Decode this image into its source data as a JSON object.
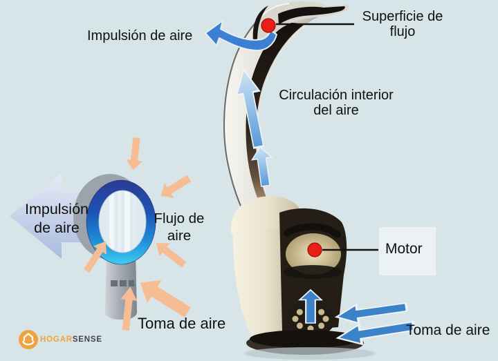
{
  "diagram_title": "Bladeless fan airflow diagram",
  "colors": {
    "background": "#d8e5e8",
    "flow_arrow_blue": "#3b82c9",
    "intake_arrow_peach": "#f6bd95",
    "marker_red": "#e71f17",
    "ring_blue_top": "#2c3a94",
    "ring_blue_bottom": "#3ecdf2",
    "brand_orange": "#f0a23c"
  },
  "labels": {
    "air_out_top": "Impulsión de aire",
    "flow_surface_1": "Superficie de",
    "flow_surface_2": "flujo",
    "inner_circulation_1": "Circulación interior",
    "inner_circulation_2": "del aire",
    "motor": "Motor",
    "air_intake_right": "Toma de aire",
    "air_out_left_1": "Impulsión",
    "air_out_left_2": "de aire",
    "air_flow_1": "Flujo de",
    "air_flow_2": "aire",
    "air_intake_left": "Toma de aire"
  },
  "logo": {
    "brand_primary": "HOGAR",
    "brand_secondary": "SENSE"
  }
}
